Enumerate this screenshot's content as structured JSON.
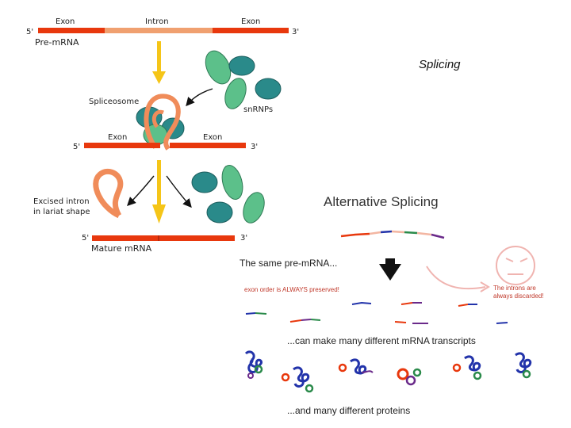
{
  "top_strand": {
    "five_prime": "5'",
    "three_prime": "3'",
    "exon_left": "Exon",
    "intron": "Intron",
    "exon_right": "Exon",
    "name": "Pre-mRNA"
  },
  "title": "Splicing",
  "spliceosome_label": "Spliceosome",
  "snrnps_label": "snRNPs",
  "middle_strand": {
    "five_prime": "5'",
    "three_prime": "3'",
    "exon_left": "Exon",
    "exon_right": "Exon"
  },
  "lariat_label_line1": "Excised intron",
  "lariat_label_line2": "in lariat shape",
  "bottom_strand": {
    "five_prime": "5'",
    "three_prime": "3'",
    "name": "Mature mRNA"
  },
  "alt": {
    "title": "Alternative Splicing",
    "same_pre": "The same pre-mRNA...",
    "exon_order": "exon order is ALWAYS preserved!",
    "introns_line1": "The introns are",
    "introns_line2": "always discarded!",
    "transcripts": "...can make many different mRNA transcripts",
    "proteins": "...and many different proteins"
  },
  "colors": {
    "exon": "#e8380d",
    "intron": "#f0a070",
    "arrow": "#f5c518",
    "snrnp_dark": "#2a8a8a",
    "snrnp_light": "#5cc08a",
    "lariat": "#f08c5a"
  }
}
